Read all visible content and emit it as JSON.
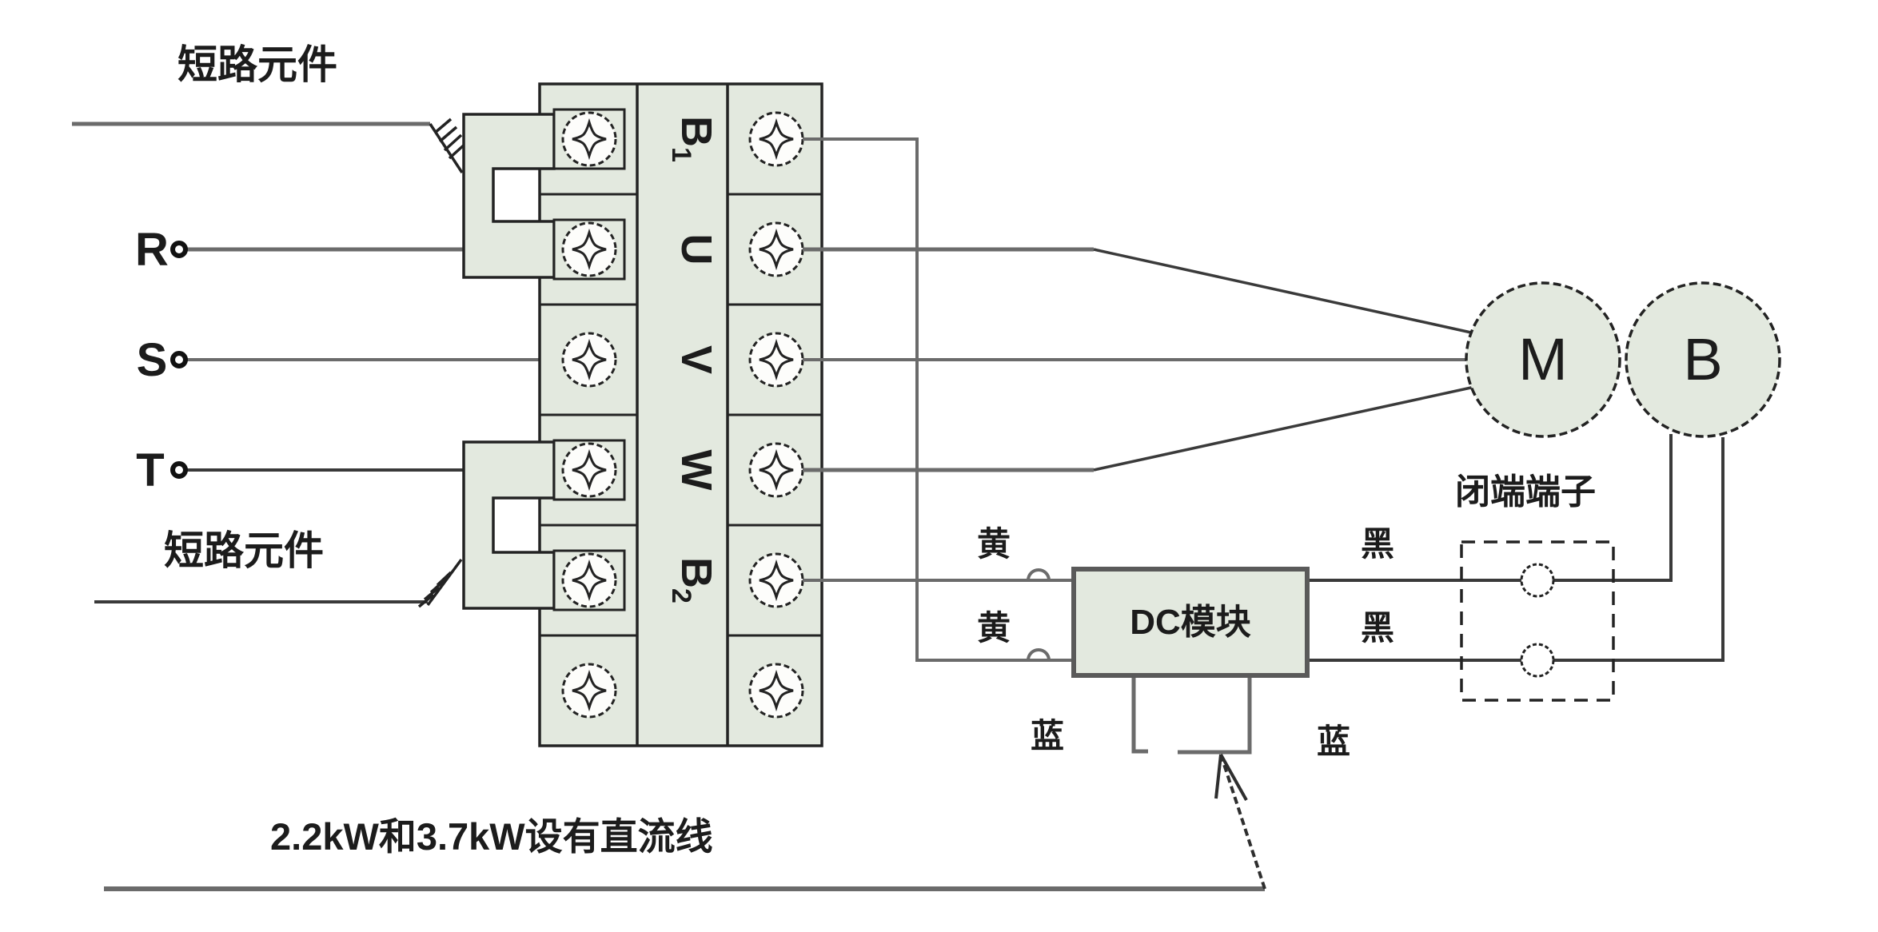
{
  "diagram": {
    "title_labels": {
      "short_circuit_top": "短路元件",
      "short_circuit_bottom": "短路元件",
      "closed_end_terminal": "闭端端子",
      "dc_module": "DC模块",
      "bottom_note": "2.2kW和3.7kW设有直流线"
    },
    "phases": {
      "r": "R",
      "s": "S",
      "t": "T"
    },
    "terminals": [
      {
        "main": "B",
        "sub": "1"
      },
      {
        "main": "U",
        "sub": ""
      },
      {
        "main": "V",
        "sub": ""
      },
      {
        "main": "W",
        "sub": ""
      },
      {
        "main": "B",
        "sub": "2"
      }
    ],
    "devices": {
      "motor": "M",
      "brake": "B"
    },
    "wire_color_labels": {
      "yellow_1": "黄",
      "yellow_2": "黄",
      "black_1": "黑",
      "black_2": "黑",
      "blue_1": "蓝",
      "blue_2": "蓝"
    },
    "colors": {
      "component_fill": "#e3e9df",
      "wire_gray": "#6b6b6b",
      "outline_dark": "#232323"
    }
  }
}
